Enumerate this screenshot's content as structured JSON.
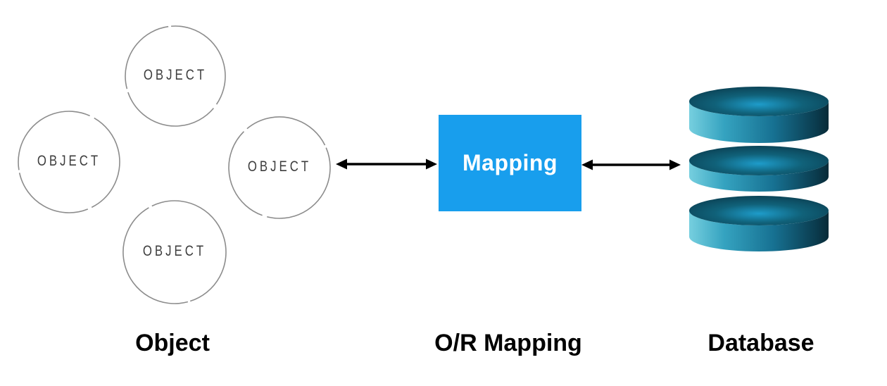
{
  "objects": {
    "circles": [
      {
        "label": "OBJECT"
      },
      {
        "label": "OBJECT"
      },
      {
        "label": "OBJECT"
      },
      {
        "label": "OBJECT"
      }
    ],
    "caption": "Object"
  },
  "mapping": {
    "box_label": "Mapping",
    "caption": "O/R Mapping"
  },
  "database": {
    "caption": "Database"
  },
  "icons": [
    "object-circle-icon",
    "double-arrow-icon",
    "database-cylinder-icon"
  ],
  "colors": {
    "mapping_box": "#189eed",
    "mapping_text": "#ffffff",
    "circle_stroke": "#8c8c8c",
    "object_text": "#3d3d3d",
    "arrow": "#000000",
    "caption_text": "#000000",
    "db_light": "#76cfdf",
    "db_mid": "#177293",
    "db_dark": "#082b38",
    "db_top_highlight": "#1e9cca"
  }
}
